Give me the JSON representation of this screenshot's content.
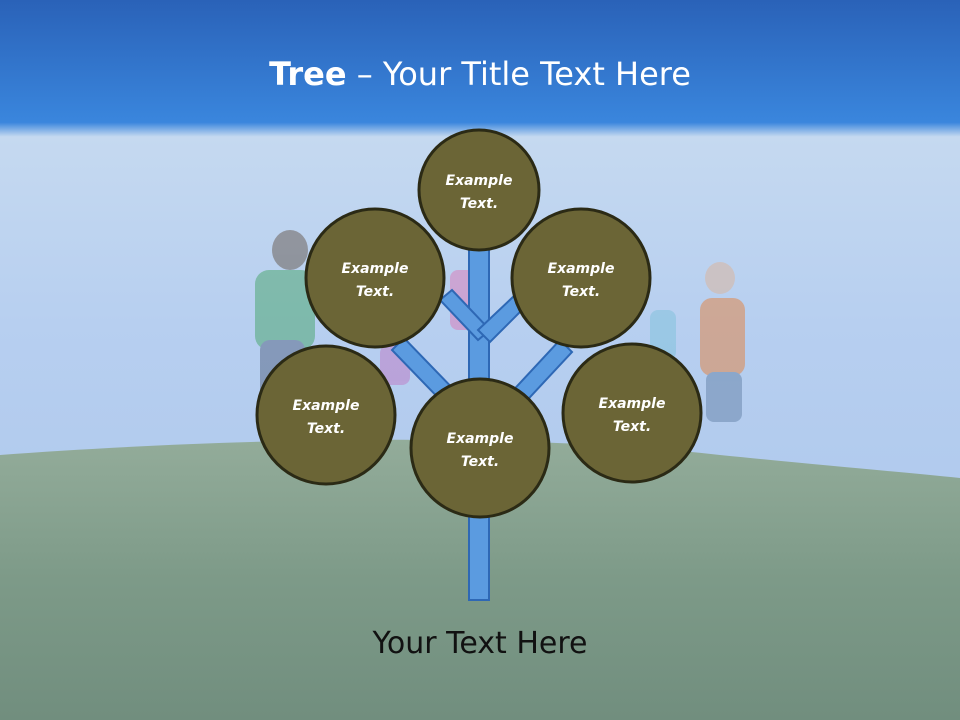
{
  "slide": {
    "title_bold": "Tree",
    "title_rest": " – Your Title Text Here",
    "caption": "Your Text Here"
  },
  "nodes": [
    {
      "line1": "Example",
      "line2": "Text."
    },
    {
      "line1": "Example",
      "line2": "Text."
    },
    {
      "line1": "Example",
      "line2": "Text."
    },
    {
      "line1": "Example",
      "line2": "Text."
    },
    {
      "line1": "Example",
      "line2": "Text."
    },
    {
      "line1": "Example",
      "line2": "Text."
    }
  ],
  "colors": {
    "sky_top": "#2f6fc4",
    "sky_band": "#3a86dd",
    "sky_light": "#c9dcf2",
    "grass": "#7b9a86",
    "node_fill": "#6b6536",
    "node_stroke": "#2b2a15",
    "branch": "#5b9be0",
    "branch_stroke": "#2e68b5"
  }
}
